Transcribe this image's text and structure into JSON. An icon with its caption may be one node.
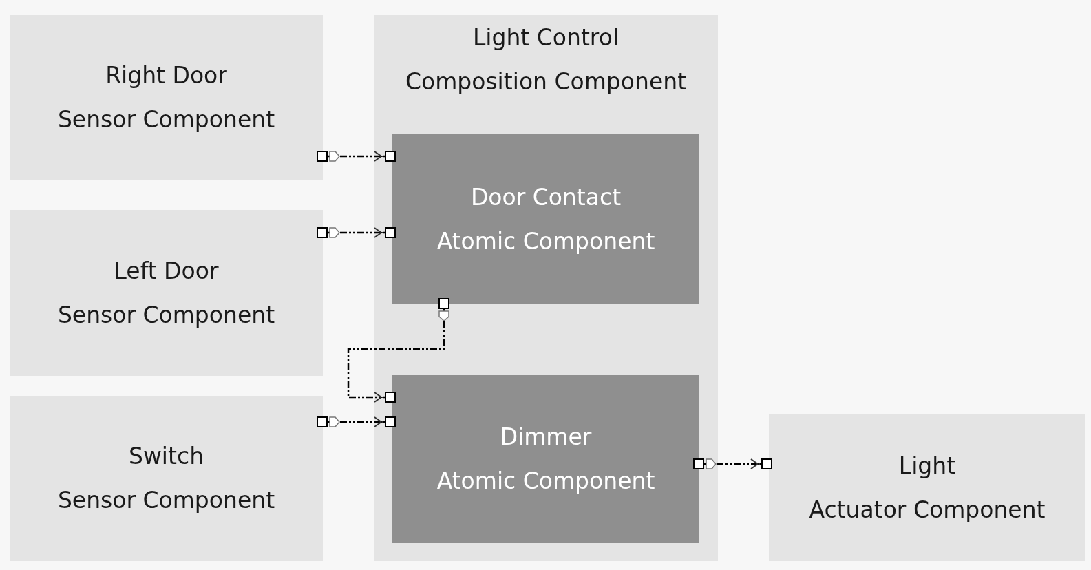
{
  "diagram": {
    "nodes": [
      {
        "text": [
          "Right Door",
          "Sensor Component"
        ]
      },
      {
        "text": [
          "Left Door",
          "Sensor Component"
        ]
      },
      {
        "text": [
          "Switch",
          "Sensor Component"
        ]
      },
      {
        "text": [
          "Light Control",
          "Composition Component"
        ]
      },
      {
        "text": [
          "Door Contact",
          "Atomic Component"
        ],
        "in": 3
      },
      {
        "text": [
          "Dimmer",
          "Atomic Component"
        ],
        "in": 3
      },
      {
        "text": [
          "Light",
          "Actuator Component"
        ]
      }
    ],
    "edges": [
      {
        "from": 0,
        "to": 4,
        "arrow": "to",
        "style": "dashed"
      },
      {
        "from": 1,
        "to": 4,
        "arrow": "to",
        "style": "dashed"
      },
      {
        "from": 4,
        "to": 5,
        "arrow": "to",
        "style": "dashed"
      },
      {
        "from": 2,
        "to": 5,
        "arrow": "to",
        "style": "dashed"
      },
      {
        "from": 5,
        "to": 6,
        "arrow": "to",
        "style": "dashed"
      }
    ]
  }
}
